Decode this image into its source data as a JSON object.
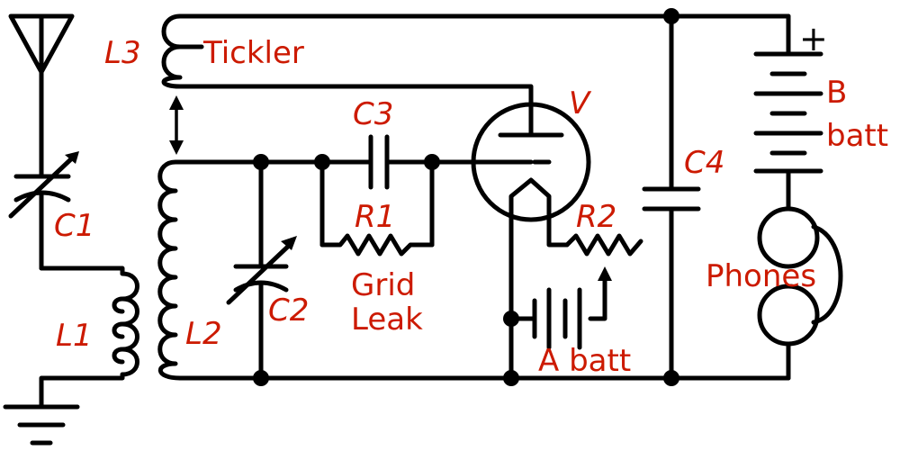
{
  "labels": {
    "L3": "L3",
    "tickler": "Tickler",
    "C3": "C3",
    "V": "V",
    "B": "B",
    "batt": "batt",
    "C4": "C4",
    "C1": "C1",
    "R1": "R1",
    "R2": "R2",
    "C2": "C2",
    "grid": "Grid",
    "leak": "Leak",
    "phones": "Phones",
    "L1": "L1",
    "L2": "L2",
    "a_batt": "A batt",
    "plus": "+"
  },
  "colors": {
    "wire": "#000000",
    "label": "#cc1a00"
  }
}
